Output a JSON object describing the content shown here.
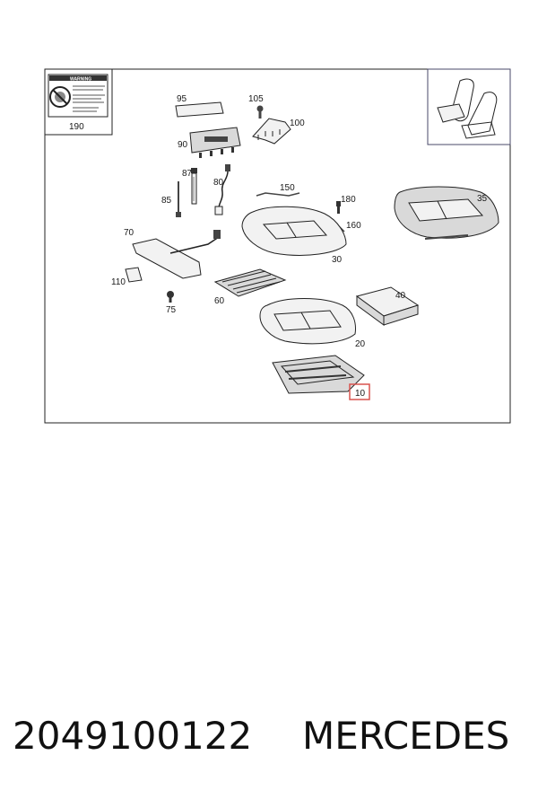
{
  "diagram": {
    "labels": {
      "p190": "190",
      "p95": "95",
      "p105": "105",
      "p100": "100",
      "p90": "90",
      "p87": "87",
      "p80": "80",
      "p85": "85",
      "p150": "150",
      "p180": "180",
      "p160": "160",
      "p35": "35",
      "p70": "70",
      "p30": "30",
      "p110": "110",
      "p60": "60",
      "p75": "75",
      "p40": "40",
      "p20": "20",
      "p10": "10"
    },
    "warning_title": "WARNING",
    "highlight_color": "#d9534f"
  },
  "footer": {
    "part_number": "2049100122",
    "brand": "MERCEDES"
  }
}
